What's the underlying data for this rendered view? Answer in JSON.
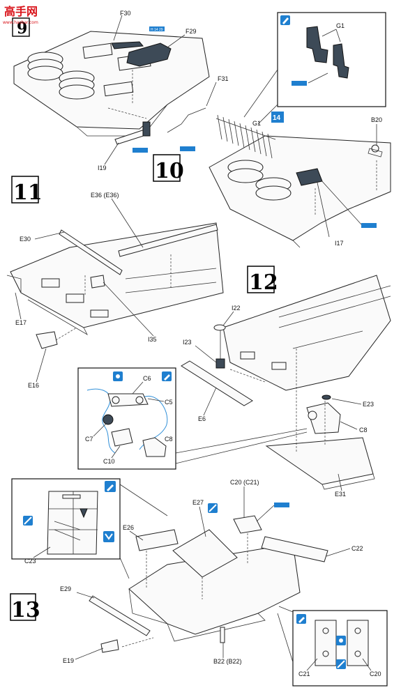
{
  "watermark": {
    "brand": "高手网",
    "sub": "www.hasbar.com"
  },
  "steps": [
    "9",
    "10",
    "11",
    "12",
    "13"
  ],
  "parts": {
    "f30": "F30",
    "f29": "F29",
    "f31": "F31",
    "i19": "I19",
    "g1_detail": "G1",
    "g1": "G1",
    "b20": "B20",
    "i17": "I17",
    "e36": "E36 (E36)",
    "e30": "E30",
    "e17": "E17",
    "i35": "I35",
    "e16": "E16",
    "c6": "C6",
    "c5": "C5",
    "c7": "C7",
    "c10": "C10",
    "c8_detail": "C8",
    "i22": "I22",
    "i23": "I23",
    "e6": "E6",
    "e23": "E23",
    "c8": "C8",
    "e31": "E31",
    "c20c21": "C20 (C21)",
    "e27": "E27",
    "e26": "E26",
    "c22": "C22",
    "c23": "C23",
    "e29": "E29",
    "e19": "E19",
    "b22": "B22 (B22)",
    "c21": "C21",
    "c20": "C20",
    "g1_count": "14"
  },
  "colors": {
    "tag": "#2f8fd8",
    "armor_dark": "#3d4a57",
    "line": "#222222"
  },
  "icons": [
    "glue-icon",
    "cement-tube-icon",
    "paint-icon",
    "decal-icon",
    "cut-icon"
  ]
}
